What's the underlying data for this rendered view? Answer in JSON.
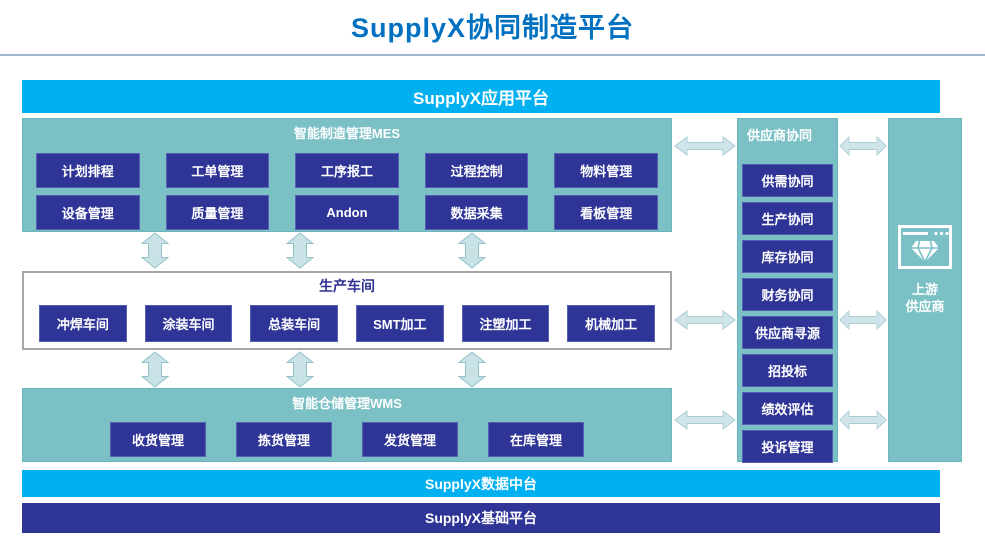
{
  "page": {
    "title": "SupplyX协同制造平台"
  },
  "banners": {
    "app": "SupplyX应用平台",
    "data": "SupplyX数据中台",
    "base": "SupplyX基础平台"
  },
  "mes": {
    "title": "智能制造管理MES",
    "buttons": [
      "计划排程",
      "工单管理",
      "工序报工",
      "过程控制",
      "物料管理",
      "设备管理",
      "质量管理",
      "Andon",
      "数据采集",
      "看板管理"
    ]
  },
  "workshop": {
    "title": "生产车间",
    "buttons": [
      "冲焊车间",
      "涂装车间",
      "总装车间",
      "SMT加工",
      "注塑加工",
      "机械加工"
    ]
  },
  "wms": {
    "title": "智能仓储管理WMS",
    "buttons": [
      "收货管理",
      "拣货管理",
      "发货管理",
      "在库管理"
    ]
  },
  "supplier": {
    "title": "供应商协同",
    "buttons": [
      "供需协同",
      "生产协同",
      "库存协同",
      "财务协同",
      "供应商寻源",
      "招投标",
      "绩效评估",
      "投诉管理"
    ]
  },
  "upstream": {
    "icon": "browser-diamond-icon",
    "line1": "上游",
    "line2": "供应商"
  },
  "colors": {
    "title_blue": "#0070C0",
    "banner_cyan": "#00B0F0",
    "module_dark_blue": "#2F3597",
    "panel_teal": "#7AC0C5",
    "arrow_fill": "#C9E2E6",
    "arrow_stroke": "#94C3CA"
  }
}
